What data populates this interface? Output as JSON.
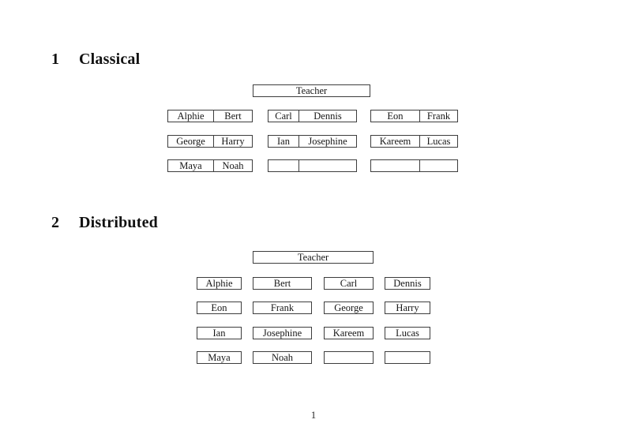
{
  "colors": {
    "page_background": "#ffffff",
    "border": "#3d3d3d",
    "text": "#161616"
  },
  "sections": [
    {
      "number": "1",
      "title": "Classical",
      "teacher_label": "Teacher",
      "rows": [
        [
          [
            "Alphie",
            "Bert"
          ],
          [
            "Carl",
            "Dennis"
          ],
          [
            "Eon",
            "Frank"
          ]
        ],
        [
          [
            "George",
            "Harry"
          ],
          [
            "Ian",
            "Josephine"
          ],
          [
            "Kareem",
            "Lucas"
          ]
        ],
        [
          [
            "Maya",
            "Noah"
          ],
          [
            "",
            ""
          ],
          [
            "",
            ""
          ]
        ]
      ]
    },
    {
      "number": "2",
      "title": "Distributed",
      "teacher_label": "Teacher",
      "rows": [
        [
          "Alphie",
          "Bert",
          "Carl",
          "Dennis"
        ],
        [
          "Eon",
          "Frank",
          "George",
          "Harry"
        ],
        [
          "Ian",
          "Josephine",
          "Kareem",
          "Lucas"
        ],
        [
          "Maya",
          "Noah",
          "",
          ""
        ]
      ]
    }
  ],
  "footer": {
    "page_number": "1"
  }
}
